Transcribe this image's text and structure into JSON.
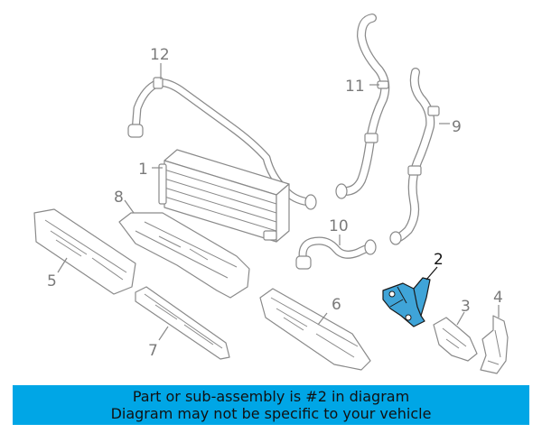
{
  "callouts": [
    "1",
    "2",
    "3",
    "4",
    "5",
    "6",
    "7",
    "8",
    "9",
    "10",
    "11",
    "12"
  ],
  "highlight_color": "#3fa4d8",
  "banner": {
    "color": "#00a6e6",
    "line1": "Part or sub-assembly is #2 in diagram",
    "line2": "Diagram may not be specific to your vehicle"
  }
}
